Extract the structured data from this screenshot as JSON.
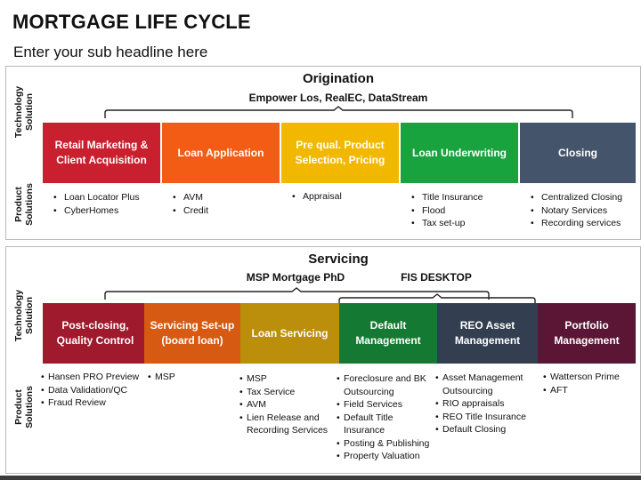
{
  "header": {
    "title": "MORTGAGE LIFE CYCLE",
    "subtitle": "Enter your sub headline here"
  },
  "labels": {
    "technology_solution": "Technology Solution",
    "product_solutions": "Product Solutions"
  },
  "origination": {
    "title": "Origination",
    "technology": "Empower Los, RealEC, DataStream",
    "stages": [
      {
        "label": "Retail Marketing & Client Acquisition",
        "color": "#c8202e",
        "products": [
          "Loan Locator Plus",
          "CyberHomes"
        ]
      },
      {
        "label": "Loan Application",
        "color": "#f25c14",
        "products": [
          "AVM",
          "Credit"
        ]
      },
      {
        "label": "Pre qual. Product Selection, Pricing",
        "color": "#f2b800",
        "products": [
          "Appraisal"
        ]
      },
      {
        "label": "Loan Underwriting",
        "color": "#18a33e",
        "products": [
          "Title Insurance",
          "Flood",
          "Tax set-up"
        ]
      },
      {
        "label": "Closing",
        "color": "#44546a",
        "products": [
          "Centralized Closing",
          "Notary Services",
          "Recording services"
        ]
      }
    ]
  },
  "servicing": {
    "title": "Servicing",
    "technology_left": "MSP Mortgage PhD",
    "technology_right": "FIS DESKTOP",
    "stages": [
      {
        "label": "Post-closing, Quality Control",
        "color": "#9e1a2c",
        "products": [
          "Hansen PRO Preview",
          "Data Validation/QC",
          "Fraud Review"
        ]
      },
      {
        "label": "Servicing Set-up (board loan)",
        "color": "#d65a12",
        "products": [
          "MSP"
        ]
      },
      {
        "label": "Loan Servicing",
        "color": "#bb8e0c",
        "products": [
          "MSP",
          "Tax Service",
          "AVM",
          "Lien Release and Recording Services"
        ]
      },
      {
        "label": "Default Management",
        "color": "#147a33",
        "products": [
          "Foreclosure and BK Outsourcing",
          "Field Services",
          "Default Title Insurance",
          "Posting & Publishing",
          "Property Valuation"
        ]
      },
      {
        "label": "REO Asset Management",
        "color": "#333f50",
        "products": [
          "Asset Management Outsourcing",
          "RIO appraisals",
          "REO Title Insurance",
          "Default Closing"
        ]
      },
      {
        "label": "Portfolio Management",
        "color": "#5a1634",
        "products": [
          "Watterson Prime",
          "AFT"
        ]
      }
    ]
  }
}
